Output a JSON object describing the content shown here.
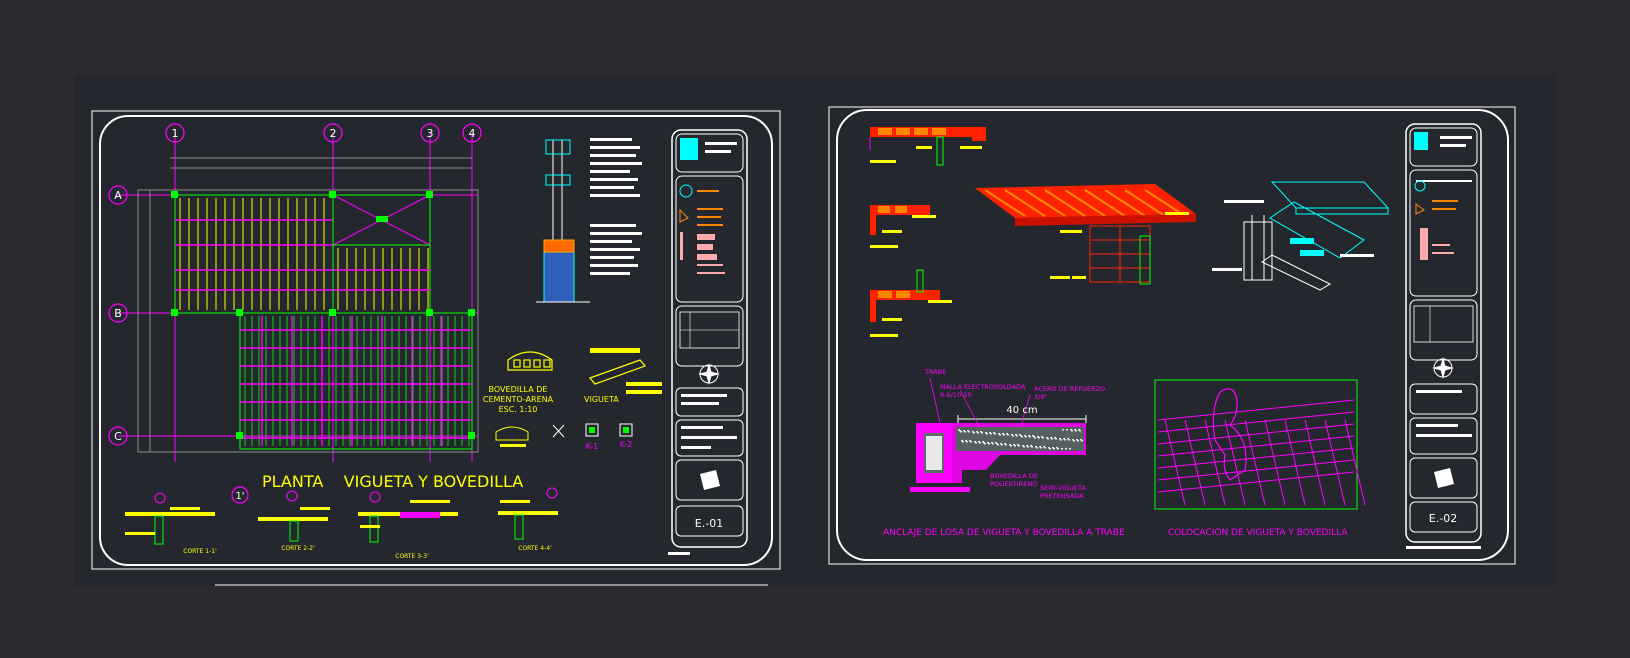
{
  "colors": {
    "outer_bg": "#2d2930",
    "model_bg": "#24282e",
    "frame": "#ffffff",
    "grid_axis": "#ff00ff",
    "beam_lines": "#ffff00",
    "slab_hatch": "#00ff00",
    "cyan": "#00ffff",
    "red": "#ff2200",
    "orange": "#ff8800",
    "magenta": "#ff00ff",
    "green": "#00ff00",
    "text_white": "#ffffff"
  },
  "sheet1": {
    "grid_cols": [
      "1",
      "2",
      "3",
      "4"
    ],
    "grid_rows": [
      "A",
      "B",
      "C"
    ],
    "title": "PLANTA    VIGUETA Y BOVEDILLA",
    "bovedilla_label": [
      "BOVEDILLA DE",
      "CEMENTO-ARENA",
      "ESC. 1:10"
    ],
    "vigueta_label": "VIGUETA",
    "k_labels": [
      "K-1",
      "K-2"
    ],
    "corte_labels": [
      "CORTE 1-1'",
      "CORTE 2-2'",
      "CORTE 3-3'",
      "CORTE 4-4'"
    ],
    "sheet_number": "E.-01",
    "bottom_axis_label": "1'"
  },
  "sheet2": {
    "trabe_label": "TRABE",
    "malla_label": [
      "MALLA ELECTROSOLDADA",
      "6-6/10-10"
    ],
    "acero_label": [
      "ACERO DE REFUERZO",
      "3/8\""
    ],
    "dimension_label": "40 cm",
    "bovedilla_label": [
      "BOVEDILLA DE",
      "POLIESTIRENO"
    ],
    "semivigueta_label": [
      "SEMI-VIGUETA",
      "PRETENSADA"
    ],
    "caption_left": "ANCLAJE DE LOSA DE VIGUETA Y BOVEDILLA A TRABE",
    "caption_right": "COLOCACION DE VIGUETA Y BOVEDILLA",
    "sheet_number": "E.-02"
  }
}
